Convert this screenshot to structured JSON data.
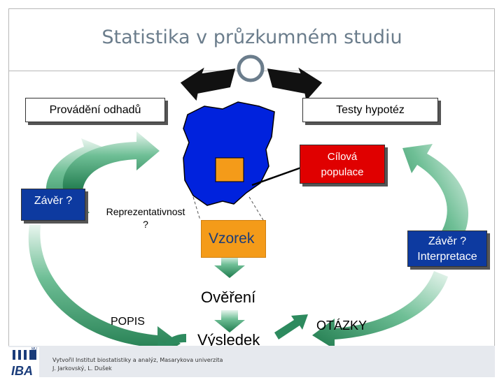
{
  "title": "Statistika v průzkumném studiu",
  "boxes": {
    "estimates": "Provádění odhadů",
    "tests": "Testy hypotéz",
    "target_line1": "Cílová",
    "target_line2": "populace",
    "conclusion_left": "Závěr ?",
    "representativeness_line1": "Reprezentativnost",
    "representativeness_line2": "?",
    "sample": "Vzorek",
    "conclusion_right_line1": "Závěr ?",
    "conclusion_right_line2": "Interpretace",
    "verification": "Ověření",
    "result": "Výsledek",
    "description": "POPIS",
    "questions": "OTÁZKY"
  },
  "footer": {
    "line1": "Vytvořil Institut biostatistiky a analýz, Masarykova univerzita",
    "line2": "J. Jarkovský, L. Dušek",
    "logo": "IBA",
    "logo_mark": "MU"
  },
  "colors": {
    "title": "#6b7d8c",
    "target_box": "#e00000",
    "conclusion_box": "#0d3aa0",
    "population_shape": "#0022dd",
    "sample_box": "#f49b19",
    "arrow_green": "#2d8a5e"
  }
}
